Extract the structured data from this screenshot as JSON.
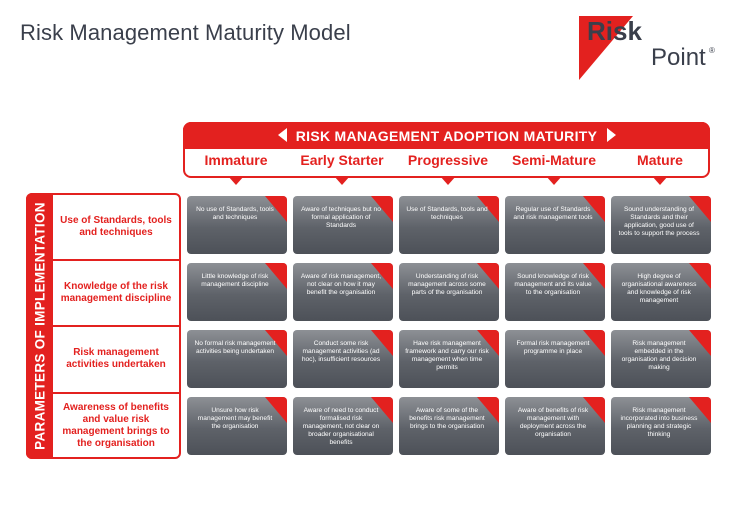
{
  "title": "Risk Management Maturity Model",
  "logo": {
    "word1": "Risk",
    "word2": "Point",
    "mark": "®"
  },
  "banner": "RISK MANAGEMENT ADOPTION MATURITY",
  "stages": [
    "Immature",
    "Early Starter",
    "Progressive",
    "Semi-Mature",
    "Mature"
  ],
  "side_label": "PARAMETERS OF IMPLEMENTATION",
  "rows": [
    {
      "label": "Use of Standards, tools and techniques",
      "cells": [
        "No use of Standards, tools and techniques",
        "Aware of techniques but no formal application of Standards",
        "Use of Standards, tools and techniques",
        "Regular use of Standards and risk management tools",
        "Sound understanding of Standards and their application, good use of tools to support the process"
      ]
    },
    {
      "label": "Knowledge of the risk management discipline",
      "cells": [
        "Little knowledge of risk management discipline",
        "Aware of risk management, not clear on how it may benefit the organisation",
        "Understanding of risk management across some parts of the organisation",
        "Sound knowledge of risk management and its value to the organisation",
        "High degree of organisational awareness and knowledge of risk management"
      ]
    },
    {
      "label": "Risk management activities undertaken",
      "cells": [
        "No formal risk management activities being undertaken",
        "Conduct some risk management activities (ad hoc), insufficient resources",
        "Have risk management framework and carry our risk management when time permits",
        "Formal risk management programme in place",
        "Risk management embedded in the organisation and decision making"
      ]
    },
    {
      "label": "Awareness of benefits and value risk management brings to the organisation",
      "cells": [
        "Unsure how risk management may benefit the organisation",
        "Aware of need to conduct formalised risk management, not clear on broader organisational benefits",
        "Aware of some of the benefits risk management brings to the organisation",
        "Aware of benefits of risk management with deployment across the organisation",
        "Risk management incorporated into business planning and strategic thinking"
      ]
    }
  ],
  "colors": {
    "accent": "#e3211f",
    "cell": "#5e6269",
    "text_dark": "#3a3f4b"
  }
}
